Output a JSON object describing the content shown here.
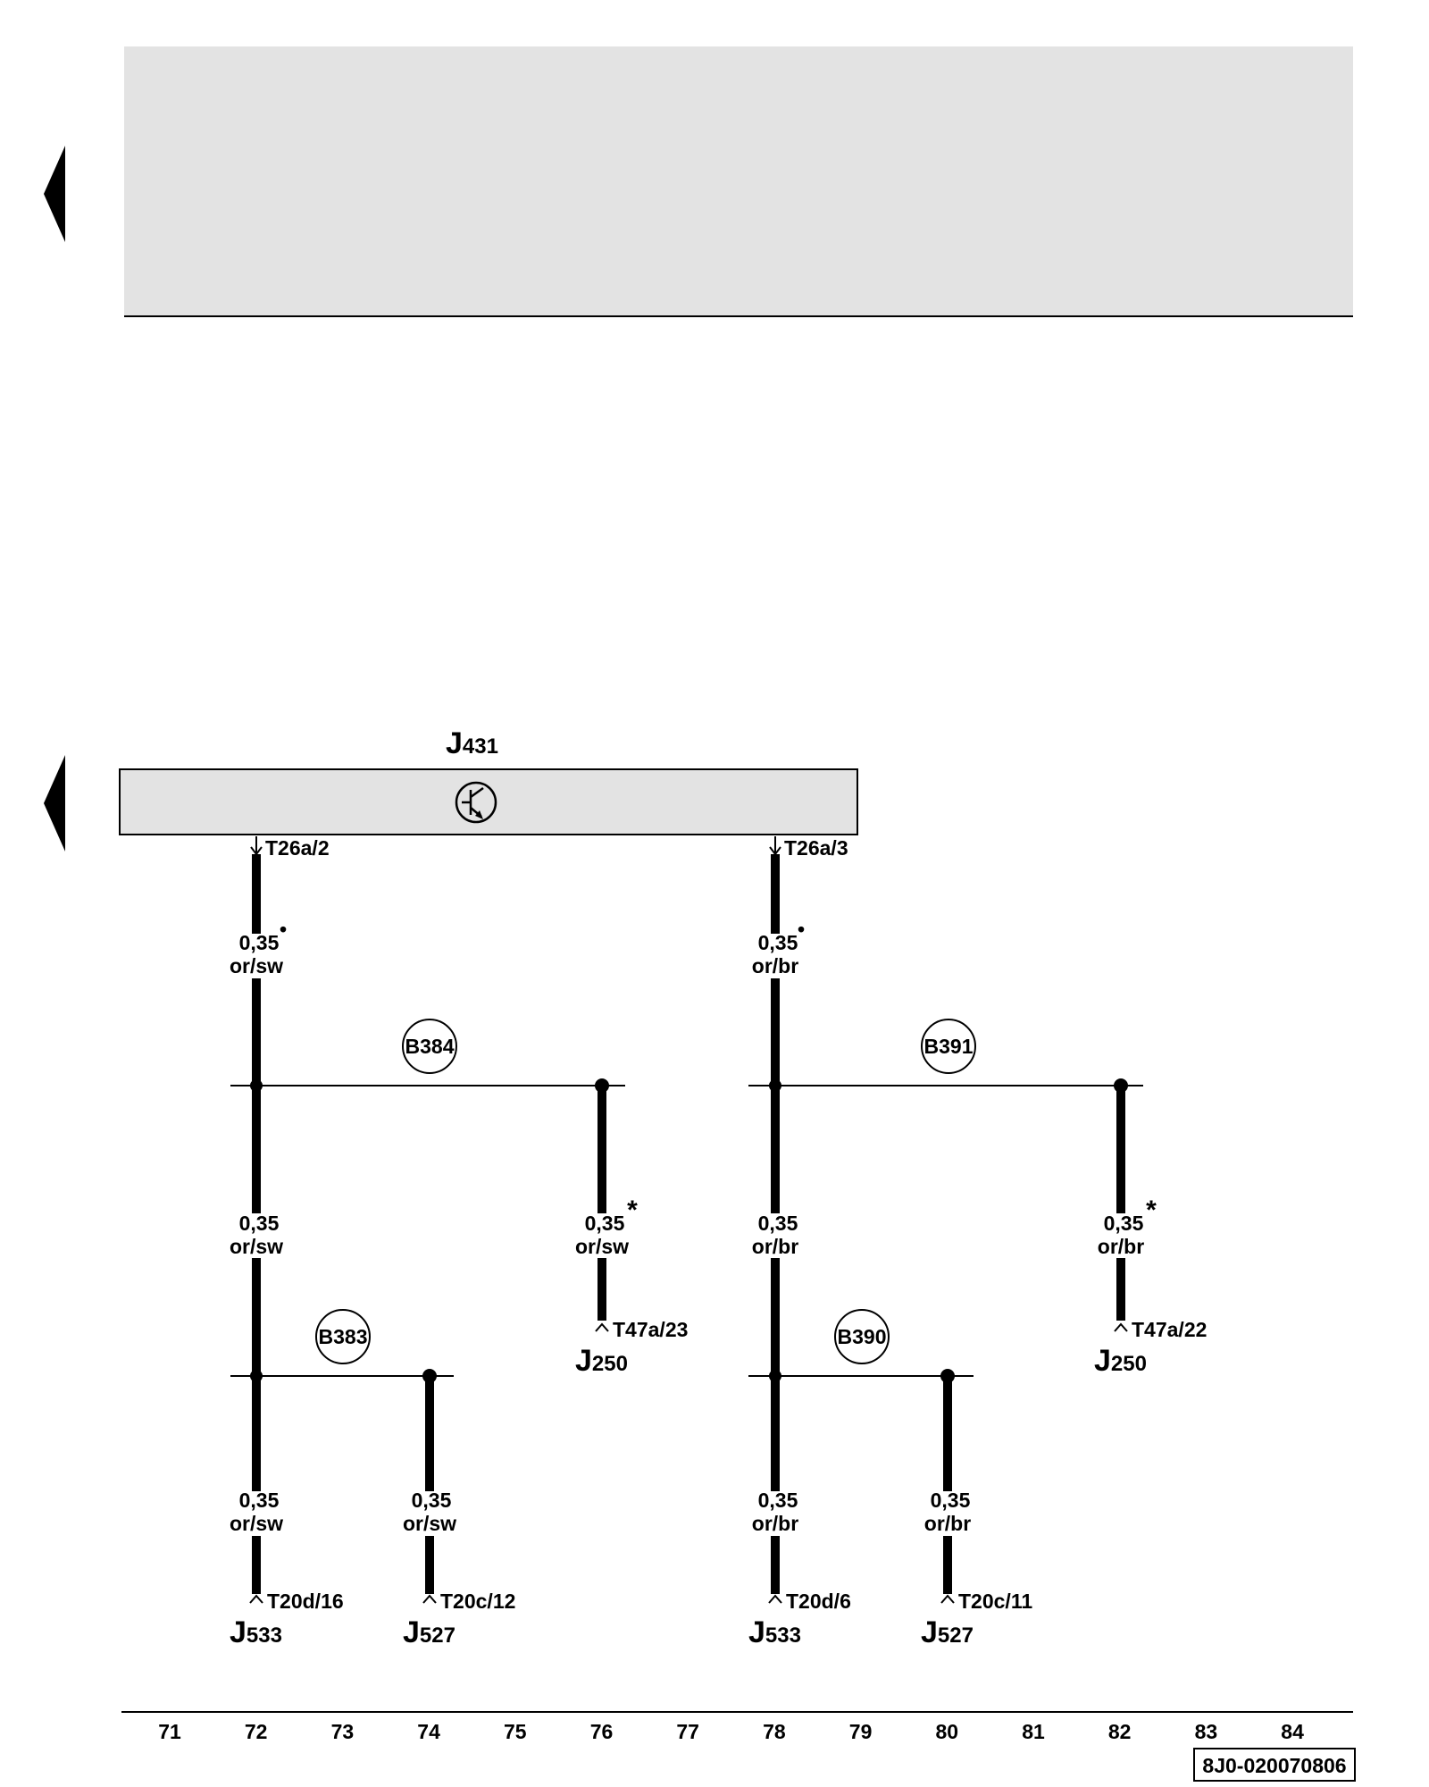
{
  "header_box": {
    "fill": "#e3e3e3"
  },
  "control_unit": {
    "id_main": "J",
    "id_sub": "431",
    "fill": "#e3e3e3",
    "symbol": "transistor-icon"
  },
  "connectors": {
    "t26a2": "T26a/2",
    "t26a3": "T26a/3",
    "t47a23": "T47a/23",
    "t47a22": "T47a/22",
    "t20d16": "T20d/16",
    "t20c12": "T20c/12",
    "t20d6": "T20d/6",
    "t20c11": "T20c/11"
  },
  "wires": {
    "w1": {
      "size": "0,35",
      "color": "or/sw"
    },
    "w2": {
      "size": "0,35",
      "color": "or/br"
    },
    "w3": {
      "size": "0,35",
      "color": "or/sw"
    },
    "w4": {
      "size": "0,35",
      "color": "or/sw"
    },
    "w5": {
      "size": "0,35",
      "color": "or/br"
    },
    "w6": {
      "size": "0,35",
      "color": "or/br"
    },
    "w7": {
      "size": "0,35",
      "color": "or/sw"
    },
    "w8": {
      "size": "0,35",
      "color": "or/sw"
    },
    "w9": {
      "size": "0,35",
      "color": "or/br"
    },
    "w10": {
      "size": "0,35",
      "color": "or/br"
    }
  },
  "markers": {
    "dot": "•",
    "asterisk": "*"
  },
  "splices": {
    "b384": "B384",
    "b391": "B391",
    "b383": "B383",
    "b390": "B390"
  },
  "components": {
    "j250a": {
      "main": "J",
      "sub": "250"
    },
    "j250b": {
      "main": "J",
      "sub": "250"
    },
    "j533a": {
      "main": "J",
      "sub": "533"
    },
    "j527a": {
      "main": "J",
      "sub": "527"
    },
    "j533b": {
      "main": "J",
      "sub": "533"
    },
    "j527b": {
      "main": "J",
      "sub": "527"
    }
  },
  "grid_numbers": [
    "71",
    "72",
    "73",
    "74",
    "75",
    "76",
    "77",
    "78",
    "79",
    "80",
    "81",
    "82",
    "83",
    "84"
  ],
  "reference": "8J0-020070806"
}
